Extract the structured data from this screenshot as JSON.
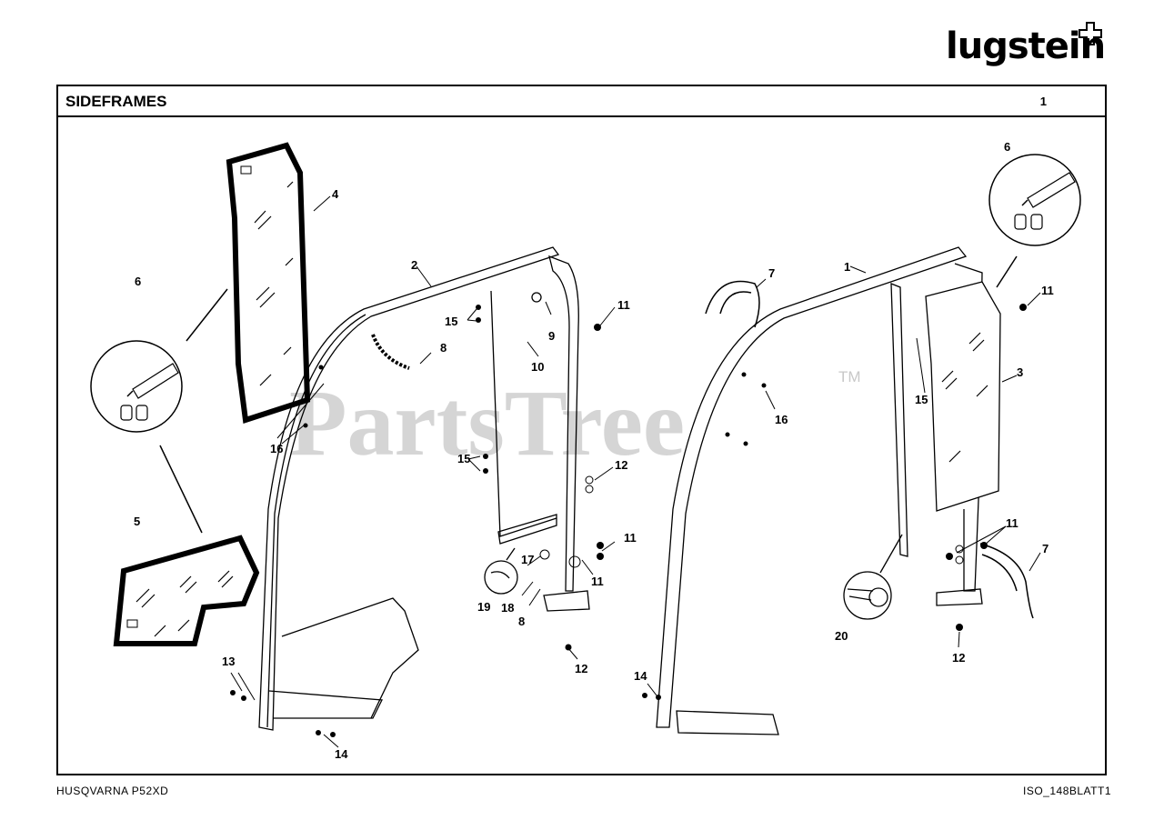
{
  "header": {
    "brand": "lugstein"
  },
  "section": {
    "title": "SIDEFRAMES",
    "sheet_no": "1"
  },
  "watermark": {
    "text": "PartsTree",
    "tm": "TM"
  },
  "footer": {
    "model": "HUSQVARNA P52XD",
    "doc_code": "ISO_148BLATT1"
  },
  "callouts": [
    "1",
    "2",
    "3",
    "4",
    "5",
    "6",
    "6",
    "7",
    "7",
    "8",
    "8",
    "9",
    "10",
    "11",
    "11",
    "11",
    "11",
    "12",
    "12",
    "12",
    "13",
    "14",
    "14",
    "15",
    "15",
    "15",
    "16",
    "16",
    "17",
    "18",
    "19",
    "20"
  ]
}
